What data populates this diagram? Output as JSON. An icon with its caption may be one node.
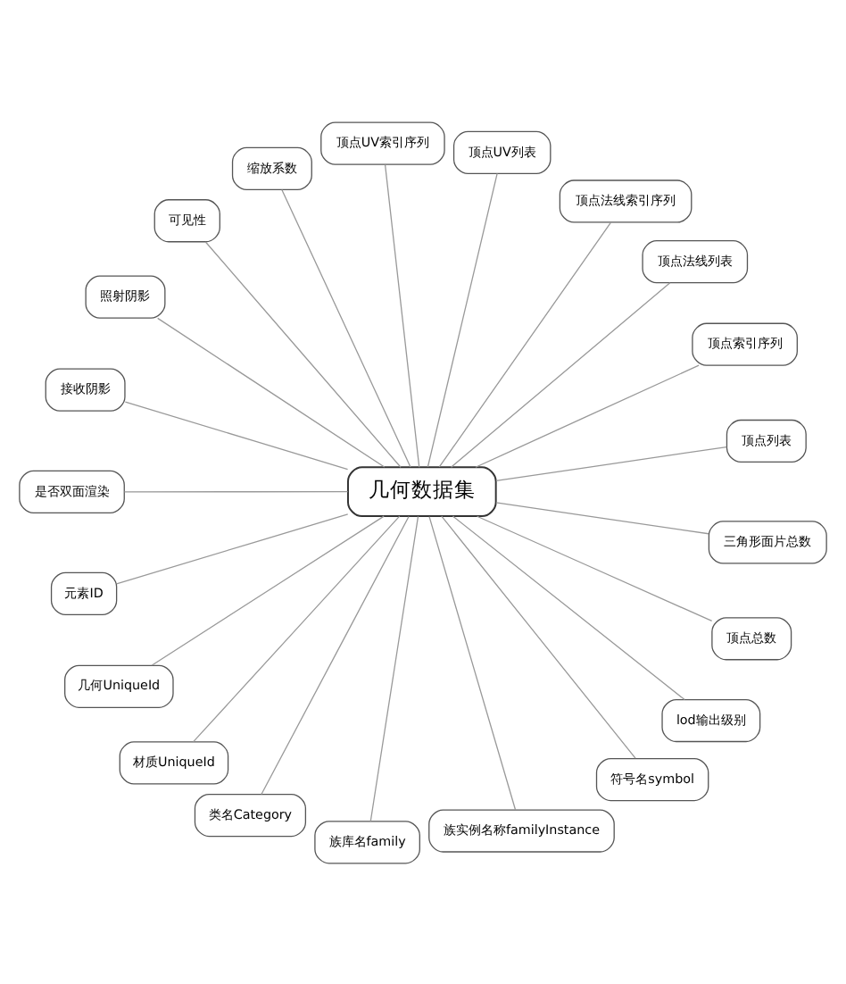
{
  "diagram": {
    "nodes": [
      {
        "text": [
          "几何数据集"
        ]
      },
      {
        "text": [
          "顶点列表"
        ]
      },
      {
        "text": [
          "顶点索引序列"
        ]
      },
      {
        "text": [
          "顶点法线列表"
        ]
      },
      {
        "text": [
          "顶点法线索引序列"
        ]
      },
      {
        "text": [
          "顶点UV列表"
        ]
      },
      {
        "text": [
          "顶点UV索引序列"
        ]
      },
      {
        "text": [
          "缩放系数"
        ]
      },
      {
        "text": [
          "可见性"
        ]
      },
      {
        "text": [
          "照射阴影"
        ]
      },
      {
        "text": [
          "接收阴影"
        ]
      },
      {
        "text": [
          "是否双面渲染"
        ]
      },
      {
        "text": [
          "元素ID"
        ]
      },
      {
        "text": [
          "几何UniqueId"
        ]
      },
      {
        "text": [
          "材质UniqueId"
        ]
      },
      {
        "text": [
          "类名Category"
        ]
      },
      {
        "text": [
          "族库名family"
        ]
      },
      {
        "text": [
          "族实例名称familyInstance"
        ]
      },
      {
        "text": [
          "符号名symbol"
        ]
      },
      {
        "text": [
          "lod输出级别"
        ]
      },
      {
        "text": [
          "顶点总数"
        ]
      },
      {
        "text": [
          "三角形面片总数"
        ]
      }
    ],
    "edges": [
      {
        "from": 0,
        "to": 1,
        "arrow": "none"
      },
      {
        "from": 0,
        "to": 2,
        "arrow": "none"
      },
      {
        "from": 0,
        "to": 3,
        "arrow": "none"
      },
      {
        "from": 0,
        "to": 4,
        "arrow": "none"
      },
      {
        "from": 0,
        "to": 5,
        "arrow": "none"
      },
      {
        "from": 0,
        "to": 6,
        "arrow": "none"
      },
      {
        "from": 0,
        "to": 7,
        "arrow": "none"
      },
      {
        "from": 0,
        "to": 8,
        "arrow": "none"
      },
      {
        "from": 0,
        "to": 9,
        "arrow": "none"
      },
      {
        "from": 0,
        "to": 10,
        "arrow": "none"
      },
      {
        "from": 0,
        "to": 11,
        "arrow": "none"
      },
      {
        "from": 0,
        "to": 12,
        "arrow": "none"
      },
      {
        "from": 0,
        "to": 13,
        "arrow": "none"
      },
      {
        "from": 0,
        "to": 14,
        "arrow": "none"
      },
      {
        "from": 0,
        "to": 15,
        "arrow": "none"
      },
      {
        "from": 0,
        "to": 16,
        "arrow": "none"
      },
      {
        "from": 0,
        "to": 17,
        "arrow": "none"
      },
      {
        "from": 0,
        "to": 18,
        "arrow": "none"
      },
      {
        "from": 0,
        "to": 19,
        "arrow": "none"
      },
      {
        "from": 0,
        "to": 20,
        "arrow": "none"
      },
      {
        "from": 0,
        "to": 21,
        "arrow": "none"
      }
    ]
  }
}
